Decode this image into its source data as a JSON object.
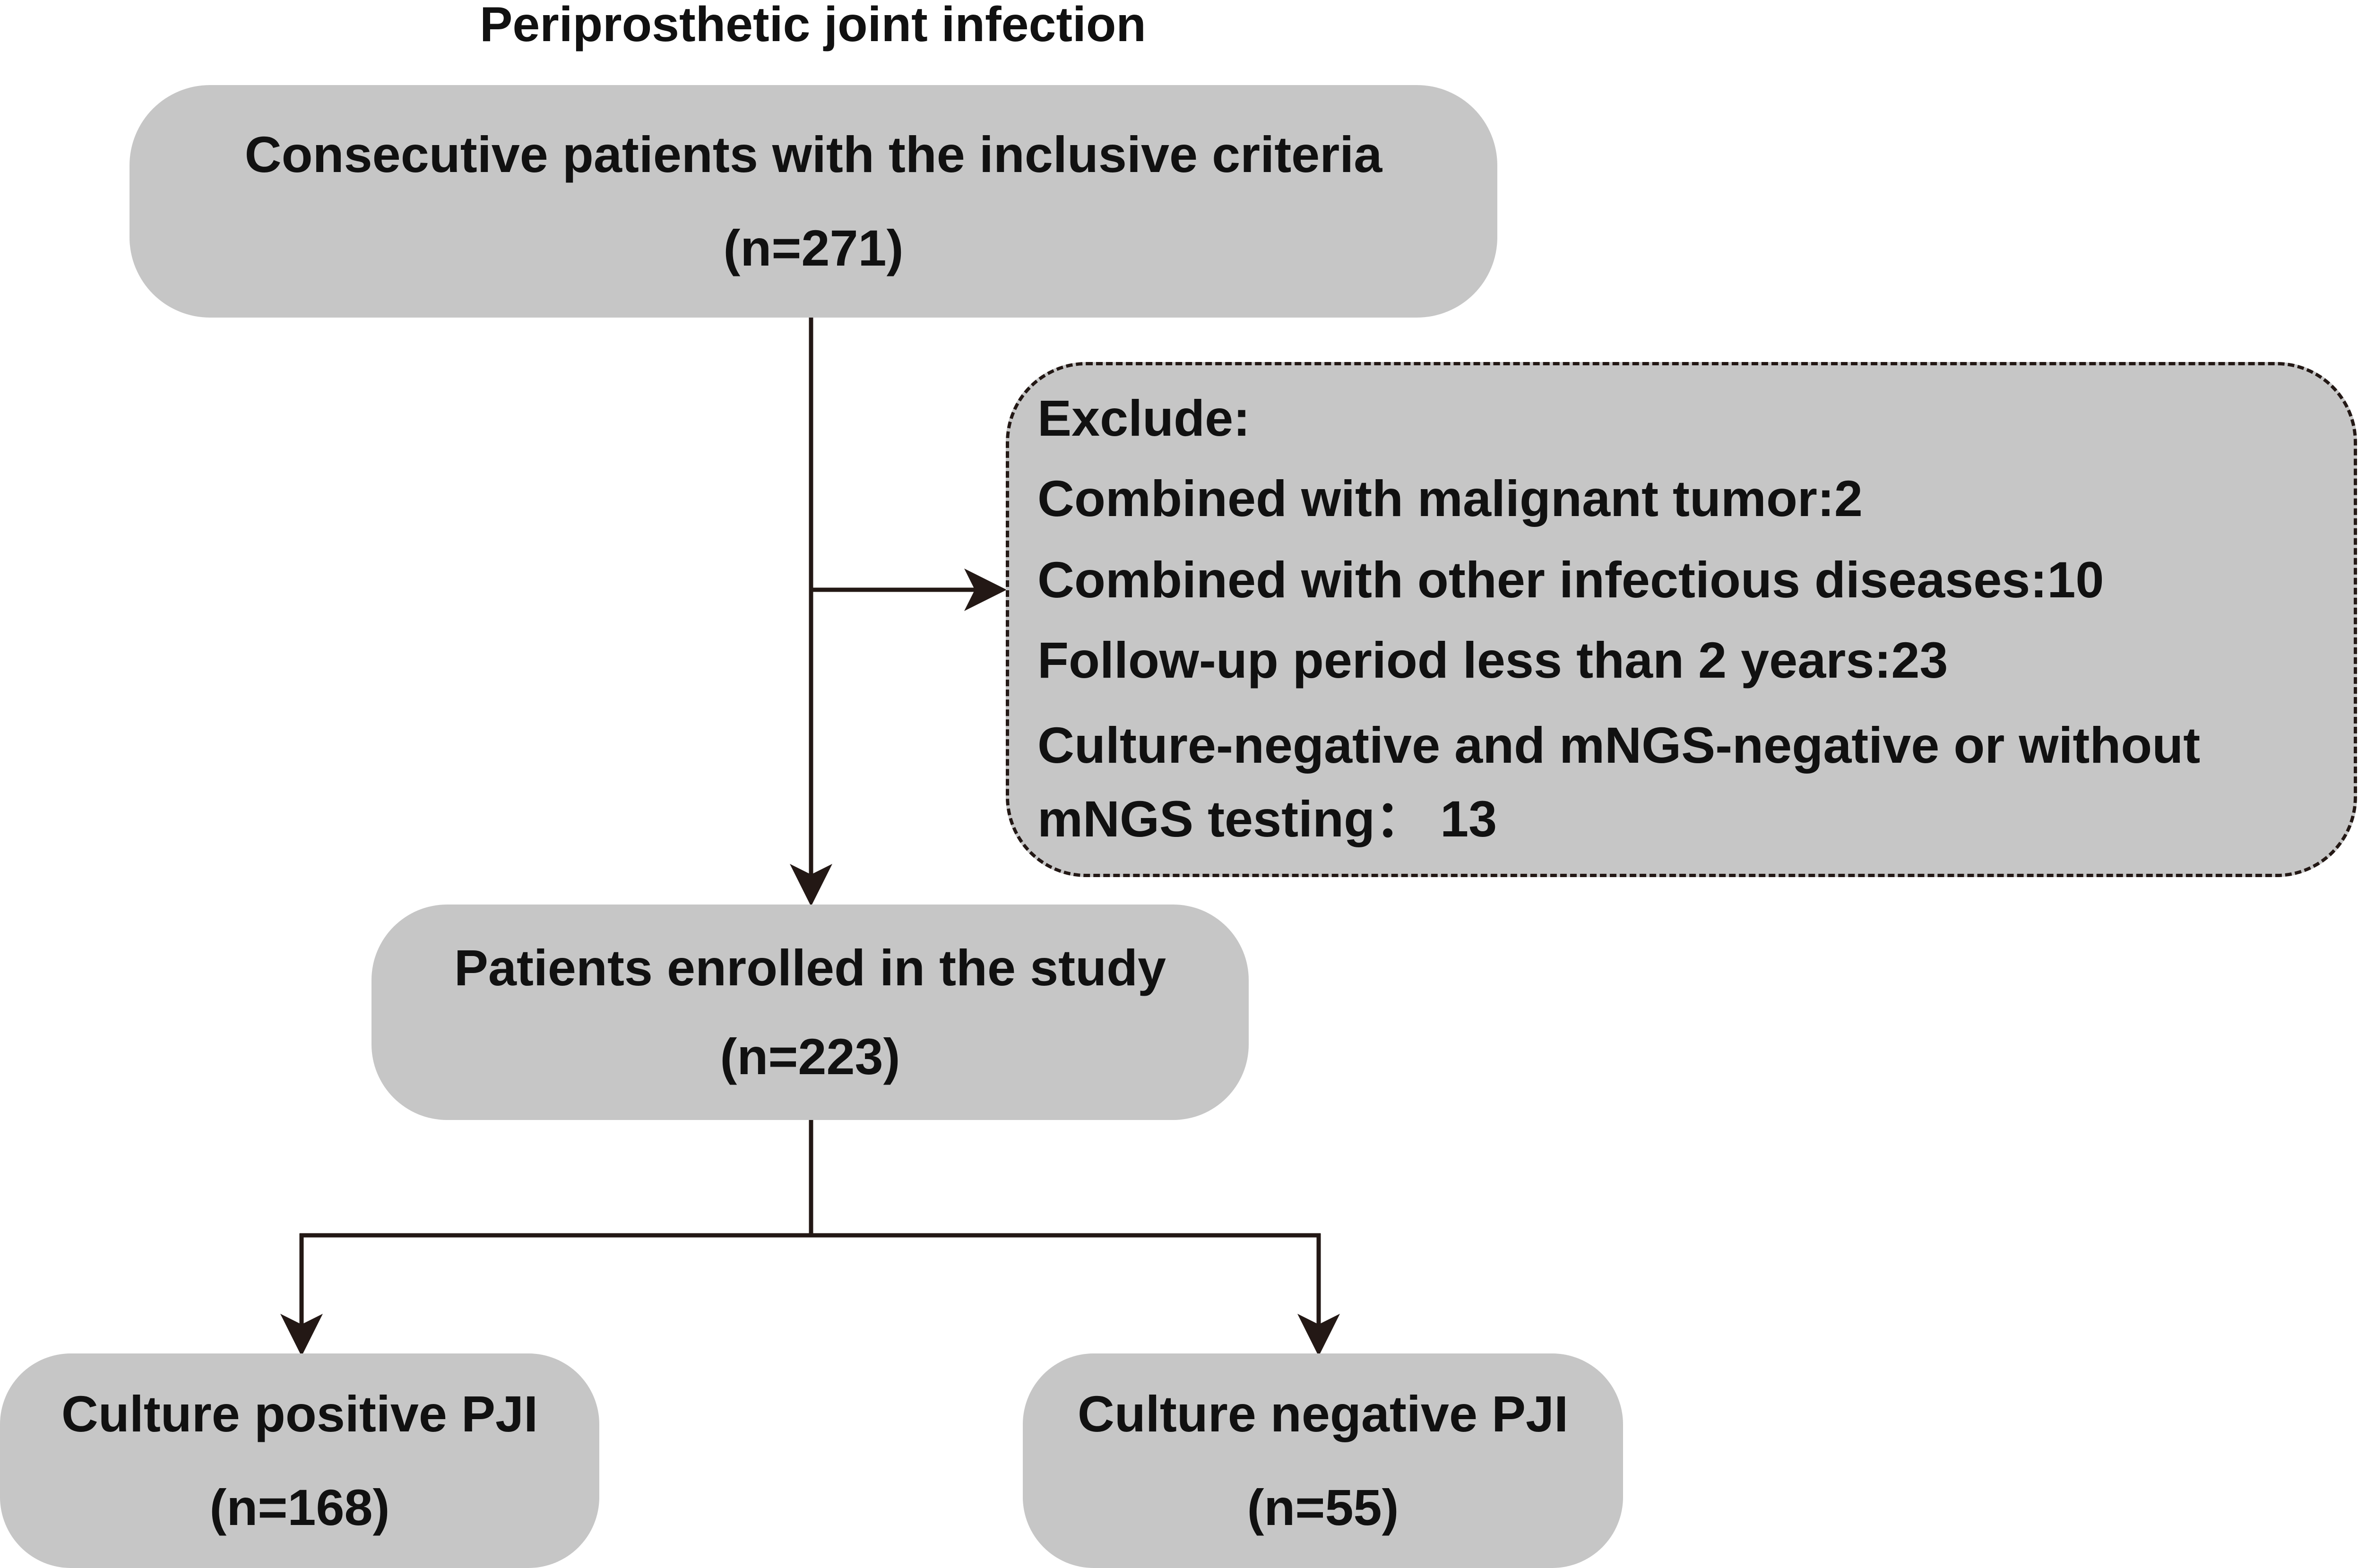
{
  "title": "Periprosthetic joint infection",
  "nodes": {
    "consecutive": {
      "line1": "Consecutive patients with the inclusive criteria",
      "line2": "(n=271)"
    },
    "exclude": {
      "heading": "Exclude:",
      "items": [
        "Combined with malignant tumor:2",
        "Combined with other infectious diseases:10",
        "Follow-up period less than 2 years:23",
        "Culture-negative and mNGS-negative or without",
        "mNGS testing： 13"
      ]
    },
    "enrolled": {
      "line1": "Patients enrolled in the study",
      "line2": "(n=223)"
    },
    "culture_positive": {
      "line1": "Culture positive PJI",
      "line2": "(n=168)"
    },
    "culture_negative": {
      "line1": "Culture negative PJI",
      "line2": "(n=55)"
    }
  },
  "colors": {
    "box_fill": "#c6c6c6",
    "line": "#231815",
    "text": "#111111"
  }
}
